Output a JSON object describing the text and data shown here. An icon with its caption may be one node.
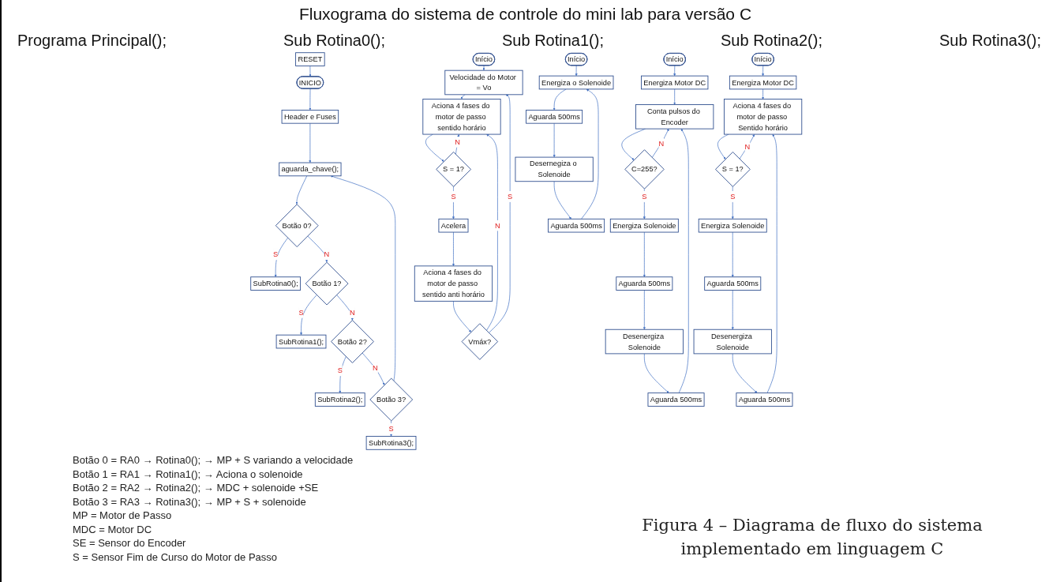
{
  "diagram": {
    "title": "Fluxograma do sistema de controle do mini lab para versão C",
    "caption": "Figura 4 – Diagrama de fluxo do sistema implementado em linguagem C",
    "nodes": [
      {
        "text": [
          "INICIO"
        ]
      },
      {
        "text": [
          "Header e Fuses"
        ]
      },
      {
        "text": [
          "RESET"
        ]
      },
      {
        "text": [
          "aguarda_chave();"
        ]
      },
      {
        "text": [
          "Botão 0?"
        ]
      },
      {
        "text": [
          "SubRotina0();"
        ]
      },
      {
        "text": [
          "Botão 1?"
        ]
      },
      {
        "text": [
          "SubRotina1();"
        ]
      },
      {
        "text": [
          "Botão 2?"
        ]
      },
      {
        "text": [
          "SubRotina2();"
        ]
      },
      {
        "text": [
          "Botão 3?"
        ]
      },
      {
        "text": [
          "SubRotina3();"
        ]
      },
      {
        "text": [
          "Início"
        ]
      },
      {
        "text": [
          "Velocidade do Motor = Vo"
        ]
      },
      {
        "text": [
          "Aciona 4 fases do motor de passo sentido horário"
        ]
      },
      {
        "text": [
          "S = 1?"
        ]
      },
      {
        "text": [
          "Acelera"
        ]
      },
      {
        "text": [
          "Aciona 4 fases do motor de passo sentido anti horário"
        ]
      },
      {
        "text": [
          "Vmáx?"
        ]
      },
      {
        "text": [
          "Início"
        ]
      },
      {
        "text": [
          "Energiza o Solenoide"
        ]
      },
      {
        "text": [
          "Aguarda 500ms"
        ]
      },
      {
        "text": [
          "Desernegiza o Solenoide"
        ]
      },
      {
        "text": [
          "Aguarda 500ms"
        ]
      },
      {
        "text": [
          "Início"
        ]
      },
      {
        "text": [
          "Energiza Motor DC"
        ]
      },
      {
        "text": [
          "Conta pulsos do Encoder"
        ]
      },
      {
        "text": [
          "C=255?"
        ]
      },
      {
        "text": [
          "Energiza Solenoide"
        ]
      },
      {
        "text": [
          "Aguarda 500ms"
        ]
      },
      {
        "text": [
          "Desenergiza Solenoide"
        ]
      },
      {
        "text": [
          "Aguarda 500ms"
        ]
      },
      {
        "text": [
          "Início"
        ]
      },
      {
        "text": [
          "Energiza Motor DC"
        ]
      },
      {
        "text": [
          "Aciona 4 fases do motor de passo Sentido horário"
        ]
      },
      {
        "text": [
          "S = 1?"
        ]
      },
      {
        "text": [
          "Energiza Solenoide"
        ]
      },
      {
        "text": [
          "Aguarda 500ms"
        ]
      },
      {
        "text": [
          "Desenergiza Solenoide"
        ]
      },
      {
        "text": [
          "Aguarda 500ms"
        ]
      }
    ],
    "edges": [
      {
        "from": 0,
        "to": 1,
        "arrow": "to"
      },
      {
        "from": 1,
        "to": 3,
        "arrow": "to"
      },
      {
        "from": 2,
        "to": 0,
        "arrow": "to"
      },
      {
        "from": 3,
        "to": 4,
        "arrow": "to"
      },
      {
        "from": 4,
        "to": 5,
        "label": "S",
        "arrow": "to"
      },
      {
        "from": 4,
        "to": 6,
        "label": "N",
        "arrow": "to"
      },
      {
        "from": 6,
        "to": 7,
        "label": "S",
        "arrow": "to"
      },
      {
        "from": 6,
        "to": 8,
        "label": "N",
        "arrow": "to"
      },
      {
        "from": 8,
        "to": 9,
        "label": "S",
        "arrow": "to"
      },
      {
        "from": 8,
        "to": 10,
        "label": "N",
        "arrow": "to"
      },
      {
        "from": 10,
        "to": 11,
        "label": "S",
        "arrow": "to"
      },
      {
        "from": 10,
        "to": 3,
        "arrow": "to"
      },
      {
        "from": 12,
        "to": 13,
        "arrow": "to"
      },
      {
        "from": 13,
        "to": 14,
        "arrow": "to"
      },
      {
        "from": 14,
        "to": 15,
        "arrow": "to"
      },
      {
        "from": 15,
        "to": 14,
        "label": "N",
        "arrow": "to"
      },
      {
        "from": 15,
        "to": 16,
        "label": "S",
        "arrow": "to"
      },
      {
        "from": 16,
        "to": 17,
        "arrow": "to"
      },
      {
        "from": 17,
        "to": 18,
        "arrow": "to"
      },
      {
        "from": 18,
        "to": 14,
        "label": "N",
        "arrow": "to"
      },
      {
        "from": 18,
        "to": 13,
        "label": "S",
        "arrow": "to"
      },
      {
        "from": 19,
        "to": 20,
        "arrow": "to"
      },
      {
        "from": 20,
        "to": 21,
        "arrow": "to"
      },
      {
        "from": 21,
        "to": 22,
        "arrow": "to"
      },
      {
        "from": 22,
        "to": 23,
        "arrow": "to"
      },
      {
        "from": 23,
        "to": 20,
        "arrow": "to"
      },
      {
        "from": 24,
        "to": 25,
        "arrow": "to"
      },
      {
        "from": 25,
        "to": 26,
        "arrow": "to"
      },
      {
        "from": 26,
        "to": 27,
        "arrow": "to"
      },
      {
        "from": 27,
        "to": 26,
        "label": "N",
        "arrow": "to"
      },
      {
        "from": 27,
        "to": 28,
        "label": "S",
        "arrow": "to"
      },
      {
        "from": 28,
        "to": 29,
        "arrow": "to"
      },
      {
        "from": 29,
        "to": 30,
        "arrow": "to"
      },
      {
        "from": 30,
        "to": 31,
        "arrow": "to"
      },
      {
        "from": 31,
        "to": 26,
        "arrow": "to"
      },
      {
        "from": 32,
        "to": 33,
        "arrow": "to"
      },
      {
        "from": 33,
        "to": 34,
        "arrow": "to"
      },
      {
        "from": 34,
        "to": 35,
        "arrow": "to"
      },
      {
        "from": 35,
        "to": 34,
        "label": "N",
        "arrow": "to"
      },
      {
        "from": 35,
        "to": 36,
        "label": "S",
        "arrow": "to"
      },
      {
        "from": 36,
        "to": 37,
        "arrow": "to"
      },
      {
        "from": 37,
        "to": 38,
        "arrow": "to"
      },
      {
        "from": 38,
        "to": 39,
        "arrow": "to"
      },
      {
        "from": 39,
        "to": 34,
        "arrow": "to"
      }
    ],
    "labels": [
      "Programa Principal();",
      "Sub Rotina0();",
      "Sub Rotina1();",
      "Sub Rotina2();",
      "Sub Rotina3();",
      "Botão 0 = RA0 → Rotina0(); → MP + S variando a velocidade",
      "Botão 1 = RA1 → Rotina1(); → Aciona o solenoide",
      "Botão 2 = RA2 → Rotina2(); → MDC + solenoide +SE",
      "Botão 3 = RA3 → Rotina3(); → MP + S + solenoide",
      "MP = Motor de Passo",
      "MDC = Motor DC",
      "SE = Sensor do Encoder",
      "S = Sensor Fim de Curso do Motor de Passo"
    ]
  }
}
